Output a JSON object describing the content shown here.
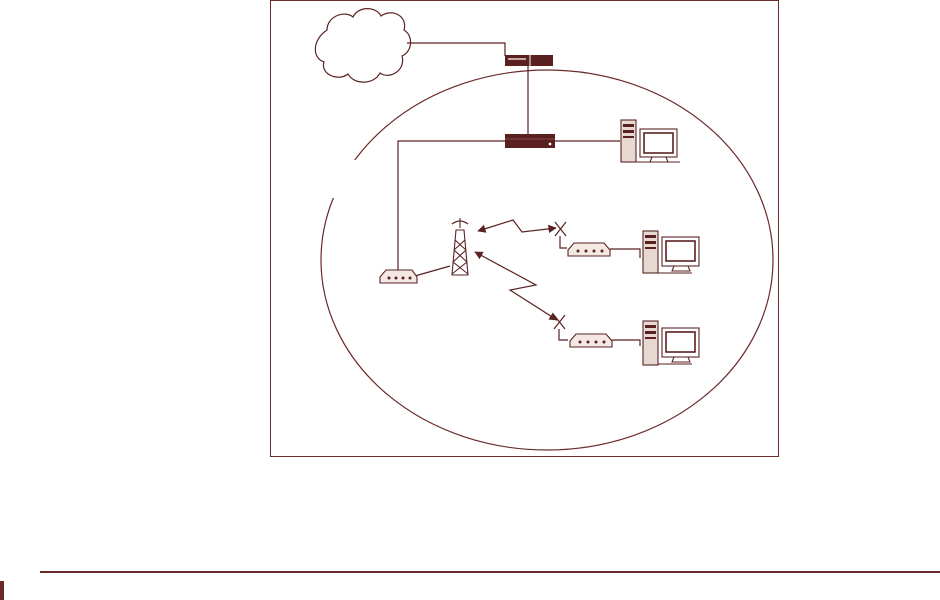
{
  "colors": {
    "ink": "#5a2222",
    "stroke": "#6b2b2b",
    "fill_dark": "#5a1f1f",
    "fill_light": "#e8d8d2",
    "background": "#ffffff"
  },
  "diagram": {
    "nodes": [
      {
        "id": "internet",
        "icon": "cloud-icon"
      },
      {
        "id": "edge-router",
        "icon": "router-icon"
      },
      {
        "id": "core-router",
        "icon": "router-icon"
      },
      {
        "id": "server",
        "icon": "computer-icon"
      },
      {
        "id": "base-modem",
        "icon": "modem-icon"
      },
      {
        "id": "tower",
        "icon": "antenna-tower-icon"
      },
      {
        "id": "client-modem-1",
        "icon": "modem-icon"
      },
      {
        "id": "client-pc-1",
        "icon": "computer-icon"
      },
      {
        "id": "client-modem-2",
        "icon": "modem-icon"
      },
      {
        "id": "client-pc-2",
        "icon": "computer-icon"
      }
    ],
    "edges": [
      {
        "from": "internet",
        "to": "edge-router",
        "kind": "wired"
      },
      {
        "from": "edge-router",
        "to": "core-router",
        "kind": "wired"
      },
      {
        "from": "core-router",
        "to": "server",
        "kind": "wired"
      },
      {
        "from": "core-router",
        "to": "base-modem",
        "kind": "wired"
      },
      {
        "from": "base-modem",
        "to": "tower",
        "kind": "wired"
      },
      {
        "from": "tower",
        "to": "client-modem-1",
        "kind": "wireless"
      },
      {
        "from": "tower",
        "to": "client-modem-2",
        "kind": "wireless"
      },
      {
        "from": "client-modem-1",
        "to": "client-pc-1",
        "kind": "wired"
      },
      {
        "from": "client-modem-2",
        "to": "client-pc-2",
        "kind": "wired"
      }
    ]
  }
}
